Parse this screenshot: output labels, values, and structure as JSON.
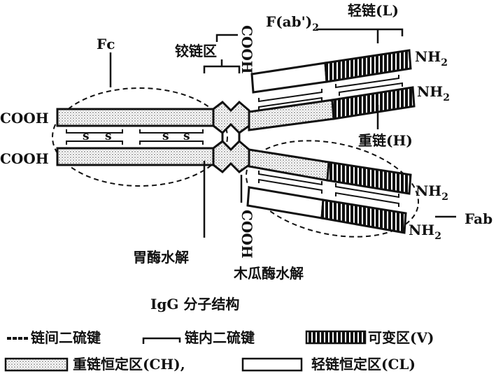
{
  "title": "IgG 分子结构",
  "labels": {
    "fc": "Fc",
    "hinge": "铰链区",
    "fab2": "F(ab')",
    "fab2_sub": "2",
    "light_chain": "轻链(L)",
    "heavy_chain": "重链(H)",
    "fab": "Fab",
    "cooh": "COOH",
    "nh2": "NH",
    "nh2_sub": "2",
    "pepsin": "胃酶水解",
    "papain": "木瓜酶水解",
    "ss": "s"
  },
  "legend": {
    "interchain": "链间二硫键",
    "intrachain": "链内二硫键",
    "variable": "可变区(V)",
    "heavy_constant": "重链恒定区(CH),",
    "light_constant": "轻链恒定区(CL)"
  }
}
